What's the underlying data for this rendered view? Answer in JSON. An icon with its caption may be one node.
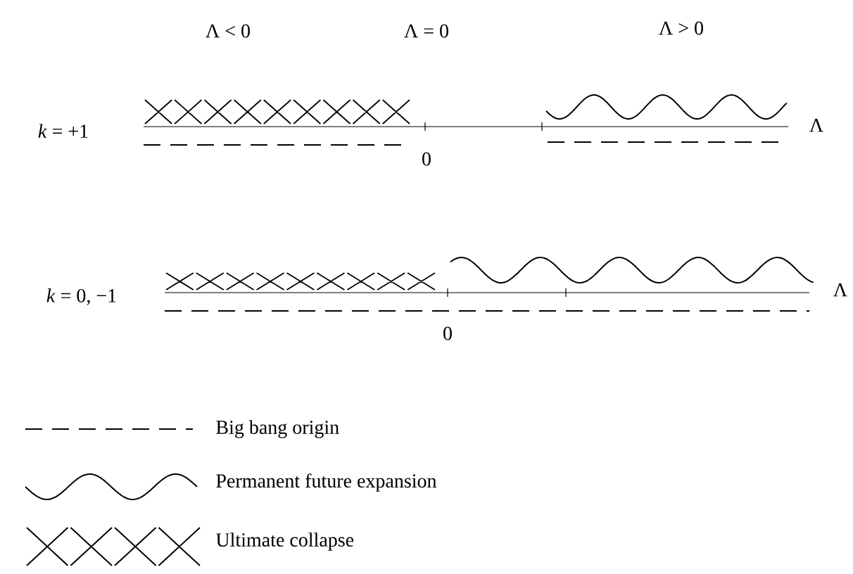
{
  "diagram": {
    "labels": [
      "Λ < 0",
      "Λ = 0",
      "Λ > 0",
      "*k* = +1",
      "0",
      "Λ",
      "*k* = 0,  −1",
      "0",
      "Λ"
    ],
    "legend": [
      {
        "text": "Big bang origin"
      },
      {
        "text": "Permanent future expansion"
      },
      {
        "text": "Ultimate collapse"
      }
    ]
  }
}
